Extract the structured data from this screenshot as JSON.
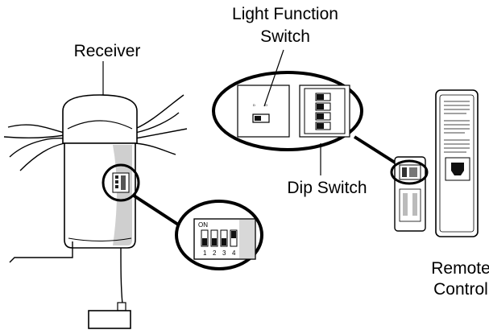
{
  "labels": {
    "light_function_switch_line1": "Light Function",
    "light_function_switch_line2": "Switch",
    "receiver": "Receiver",
    "dip_switch": "Dip Switch",
    "remote_line1": "Remote",
    "remote_line2": "Control"
  },
  "dip_callout": {
    "on": "ON",
    "numbers": [
      "1",
      "2",
      "3",
      "4"
    ]
  },
  "light_switch_callout": {
    "marks": [
      "D",
      "O"
    ]
  }
}
